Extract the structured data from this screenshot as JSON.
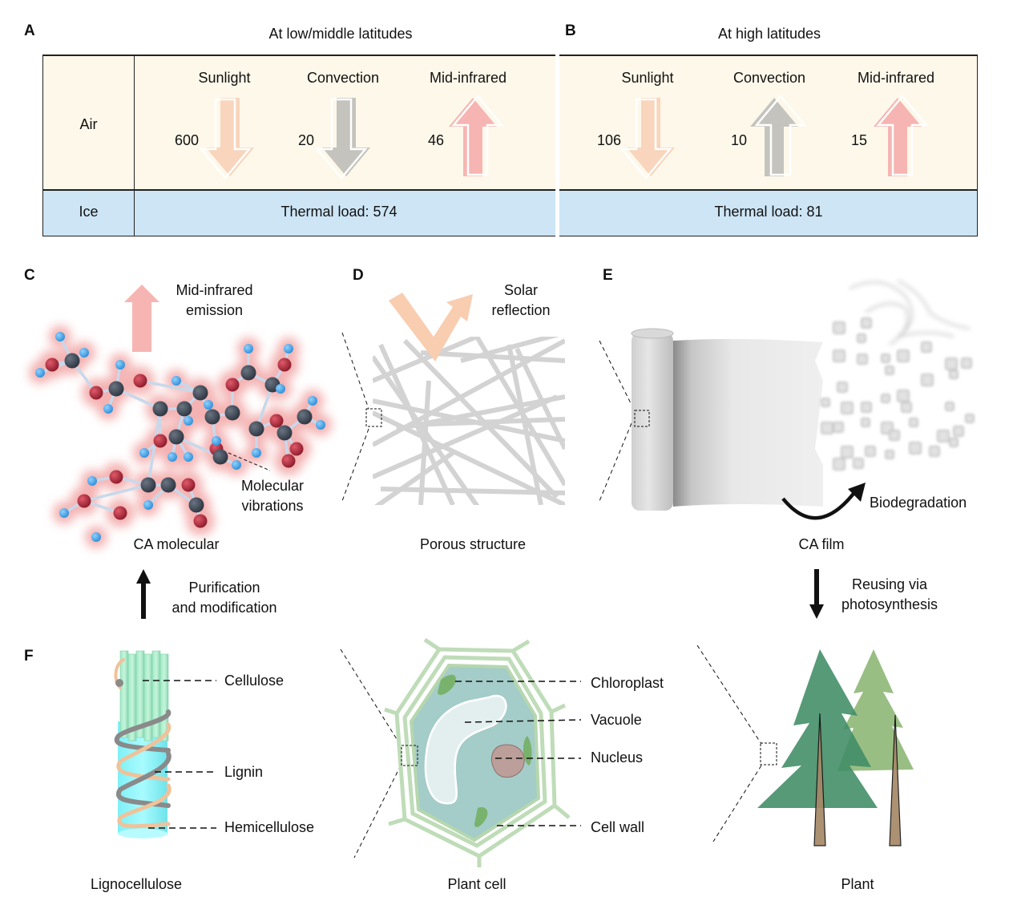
{
  "panelA": {
    "letter": "A",
    "title": "At low/middle latitudes",
    "row_air": "Air",
    "row_ice": "Ice",
    "flux_labels": [
      "Sunlight",
      "Convection",
      "Mid-infrared"
    ],
    "flux_values": [
      "600",
      "20",
      "46"
    ],
    "flux_directions": [
      "down",
      "down",
      "up"
    ],
    "thermal_load": "Thermal load: 574"
  },
  "panelB": {
    "letter": "B",
    "title": "At high latitudes",
    "flux_labels": [
      "Sunlight",
      "Convection",
      "Mid-infrared"
    ],
    "flux_values": [
      "106",
      "10",
      "15"
    ],
    "flux_directions": [
      "down",
      "up",
      "up"
    ],
    "thermal_load": "Thermal load: 81"
  },
  "colors": {
    "sunlight": "#f8d5bc",
    "convection": "#c4c3bd",
    "infrared": "#f6b5b2",
    "air_bg": "#fdf8ea",
    "ice_bg": "#cde5f5"
  },
  "panelC": {
    "letter": "C",
    "emission_label_1": "Mid-infrared",
    "emission_label_2": "emission",
    "vibration_label_1": "Molecular",
    "vibration_label_2": "vibrations",
    "caption": "CA molecular"
  },
  "panelD": {
    "letter": "D",
    "reflection_label_1": "Solar",
    "reflection_label_2": "reflection",
    "caption": "Porous structure"
  },
  "panelE": {
    "letter": "E",
    "biodegradation_label": "Biodegradation",
    "caption": "CA film"
  },
  "flow": {
    "up_label_1": "Purification",
    "up_label_2": "and modification",
    "down_label_1": "Reusing via",
    "down_label_2": "photosynthesis"
  },
  "panelF": {
    "letter": "F",
    "ligno_labels": [
      "Cellulose",
      "Lignin",
      "Hemicellulose"
    ],
    "ligno_caption": "Lignocellulose",
    "cell_labels": [
      "Chloroplast",
      "Vacuole",
      "Nucleus",
      "Cell wall"
    ],
    "cell_caption": "Plant cell",
    "plant_caption": "Plant"
  }
}
